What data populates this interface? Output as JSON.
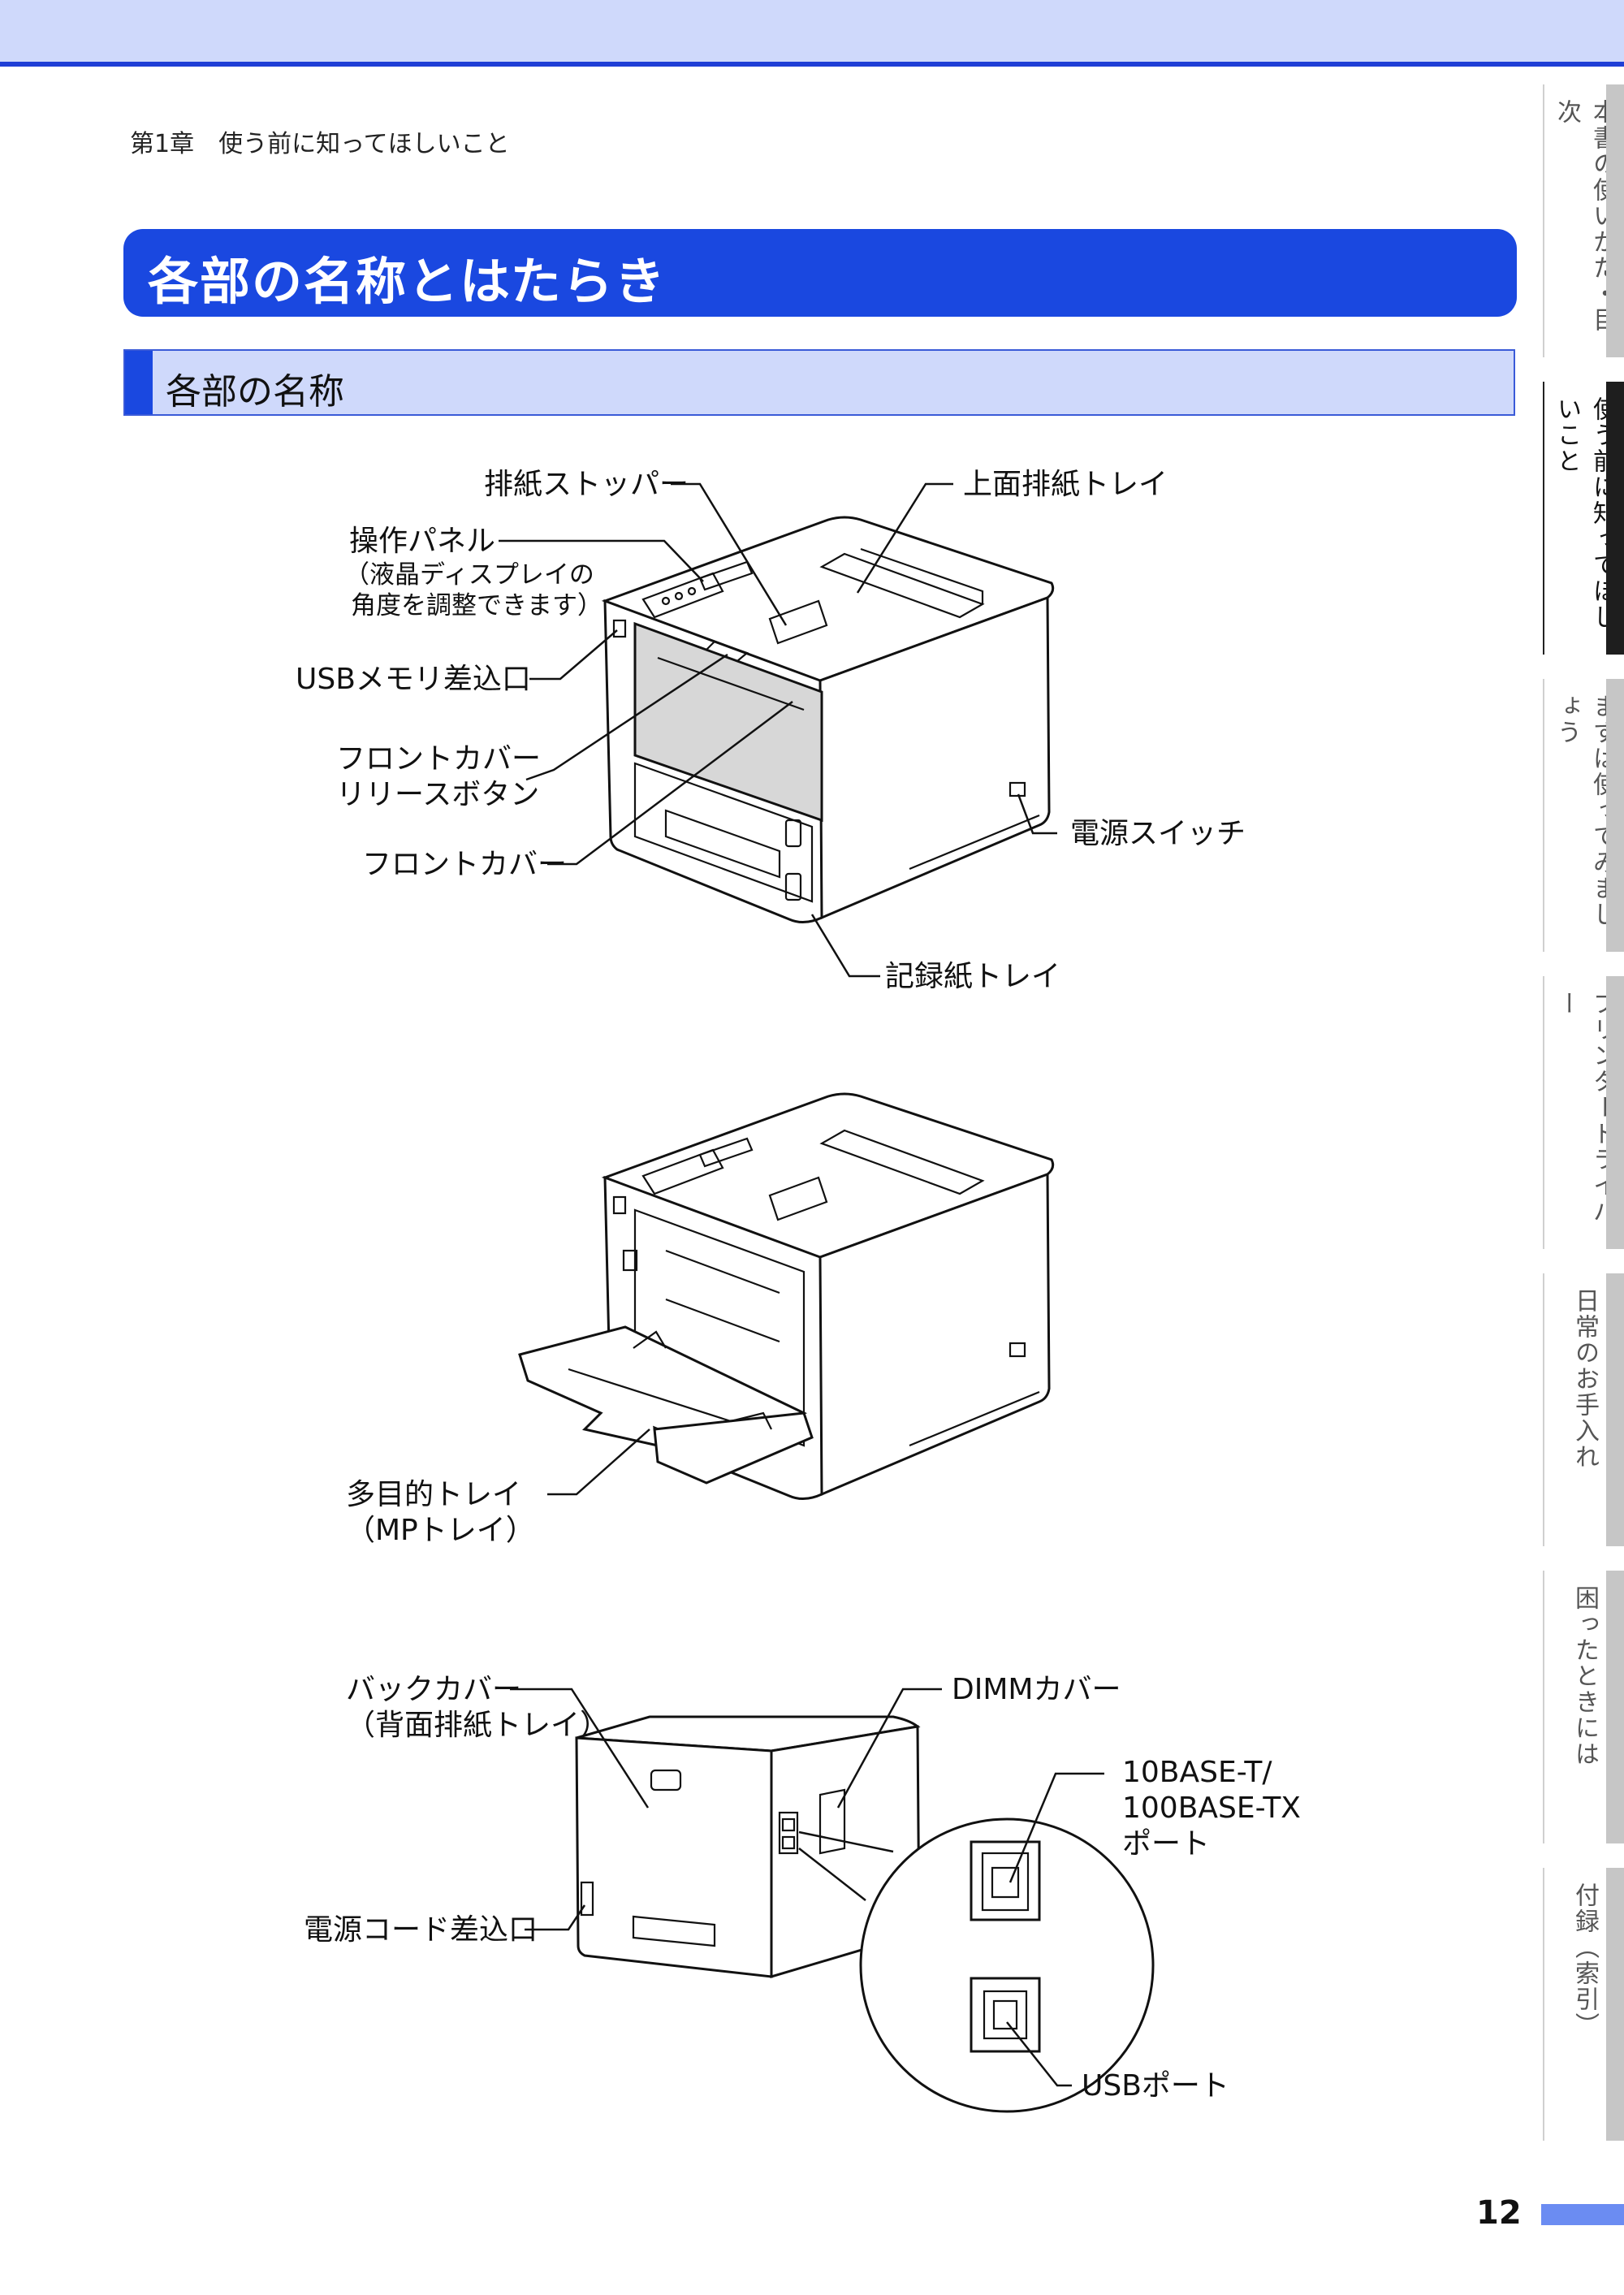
{
  "header": {
    "breadcrumb": "第1章　使う前に知ってほしいこと",
    "title": "各部の名称とはたらき",
    "section": "各部の名称"
  },
  "sidebar": {
    "tabs": [
      {
        "label": "本書の使いかた・目次",
        "active": false
      },
      {
        "label": "使う前に知ってほしいこと",
        "active": true
      },
      {
        "label": "まずは使ってみましょう",
        "active": false
      },
      {
        "label": "プリンタードライバー",
        "active": false
      },
      {
        "label": "日常のお手入れ",
        "active": false
      },
      {
        "label": "困ったときには",
        "active": false
      },
      {
        "label": "付録（索引）",
        "active": false
      }
    ]
  },
  "figure1": {
    "paper_stopper": "排紙ストッパー",
    "top_output_tray": "上面排紙トレイ",
    "control_panel": "操作パネル",
    "control_panel_note1": "（液晶ディスプレイの",
    "control_panel_note2": "角度を調整できます）",
    "usb_memory_slot": "USBメモリ差込口",
    "front_cover_release_1": "フロントカバー",
    "front_cover_release_2": "リリースボタン",
    "front_cover": "フロントカバー",
    "power_switch": "電源スイッチ",
    "paper_tray": "記録紙トレイ"
  },
  "figure2": {
    "mp_tray_1": "多目的トレイ",
    "mp_tray_2": "（MPトレイ）"
  },
  "figure3": {
    "back_cover_1": "バックカバー",
    "back_cover_2": "（背面排紙トレイ）",
    "dimm_cover": "DIMMカバー",
    "lan_port_1": "10BASE-T/",
    "lan_port_2": "100BASE-TX",
    "lan_port_3": "ポート",
    "power_cord_socket": "電源コード差込口",
    "usb_port": "USBポート"
  },
  "footer": {
    "page_number": "12"
  },
  "colors": {
    "accent": "#1a48e0",
    "light": "#cfd9fb"
  }
}
